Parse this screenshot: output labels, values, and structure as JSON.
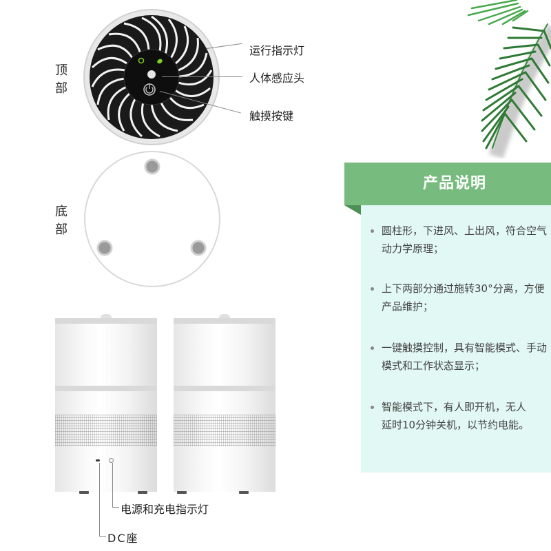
{
  "top_section": {
    "side_label": "顶部",
    "callouts": [
      {
        "label": "运行指示灯"
      },
      {
        "label": "人体感应头"
      },
      {
        "label": "触摸按键"
      }
    ],
    "indicator_colors": {
      "led": "#7ed321"
    }
  },
  "bottom_section": {
    "side_label": "底部"
  },
  "side_views": {
    "callouts": [
      {
        "label": "电源和充电指示灯"
      },
      {
        "label": "DC座"
      }
    ]
  },
  "product_panel": {
    "title": "产品说明",
    "header_color": "#78bb7f",
    "body_color": "#e2f8f4",
    "bullets": [
      {
        "text": "圆柱形，下进风、上出风，符合空气动力学原理；"
      },
      {
        "text": "上下两部分通过施转30°分离，方便产品维护；"
      },
      {
        "text": "一键触摸控制，具有智能模式、手动模式和工作状态显示；"
      },
      {
        "text": "智能模式下，有人即开机，无人延时10分钟关机，以节约电能。"
      }
    ]
  },
  "decoration": {
    "icon": "palm-leaf-icon"
  }
}
